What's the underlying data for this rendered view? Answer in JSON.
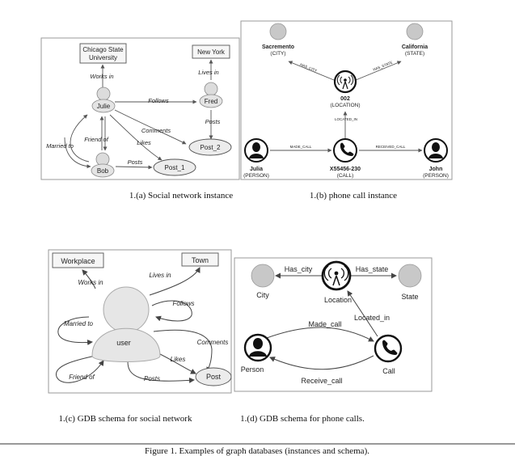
{
  "a": {
    "nodes": {
      "chicago_line1": "Chicago State",
      "chicago_line2": "University",
      "new_york": "New York",
      "julie": "Julie",
      "fred": "Fred",
      "bob": "Bob",
      "post_1": "Post_1",
      "post_2": "Post_2"
    },
    "edges": {
      "works_in": "Works in",
      "lives_in": "Lives in",
      "follows": "Follows",
      "posts_fred": "Posts",
      "comments": "Comments",
      "likes": "Likes",
      "friend_of": "Friend of",
      "married_to": "Married to",
      "posts_bob": "Posts"
    },
    "caption": "1.(a) Social network instance"
  },
  "b": {
    "nodes": {
      "sacremento": "Sacremento",
      "sacremento_type": "(CITY)",
      "california": "California",
      "california_type": "(STATE)",
      "loc_id": "002",
      "loc_type": "(LOCATION)",
      "julia": "Julia",
      "julia_type": "(PERSON)",
      "call_id": "X55456-230",
      "call_type": "(CALL)",
      "john": "John",
      "john_type": "(PERSON)"
    },
    "edges": {
      "has_city": "HAS_CITY",
      "has_state": "HAS_STATE",
      "located_in": "LOCATED_IN",
      "made_call": "MADE_CALL",
      "received_call": "RECEIVED_CALL"
    },
    "caption": "1.(b) phone call instance"
  },
  "c": {
    "nodes": {
      "workplace": "Workplace",
      "town": "Town",
      "user": "user",
      "post": "Post"
    },
    "edges": {
      "works_in": "Works in",
      "lives_in": "Lives in",
      "follows": "Follows",
      "married_to": "Married to",
      "comments": "Comments",
      "likes": "Likes",
      "friend_of": "Friend of",
      "posts": "Posts"
    },
    "caption": "1.(c) GDB schema for social network"
  },
  "d": {
    "nodes": {
      "city": "City",
      "location": "Location",
      "state": "State",
      "person": "Person",
      "call": "Call"
    },
    "edges": {
      "has_city": "Has_city",
      "has_state": "Has_state",
      "located_in": "Located_in",
      "made_call": "Made_call",
      "receive_call": "Receive_call"
    },
    "caption": "1.(d) GDB schema for phone calls."
  },
  "figure_caption": "Figure 1. Examples of graph databases (instances and schema)."
}
